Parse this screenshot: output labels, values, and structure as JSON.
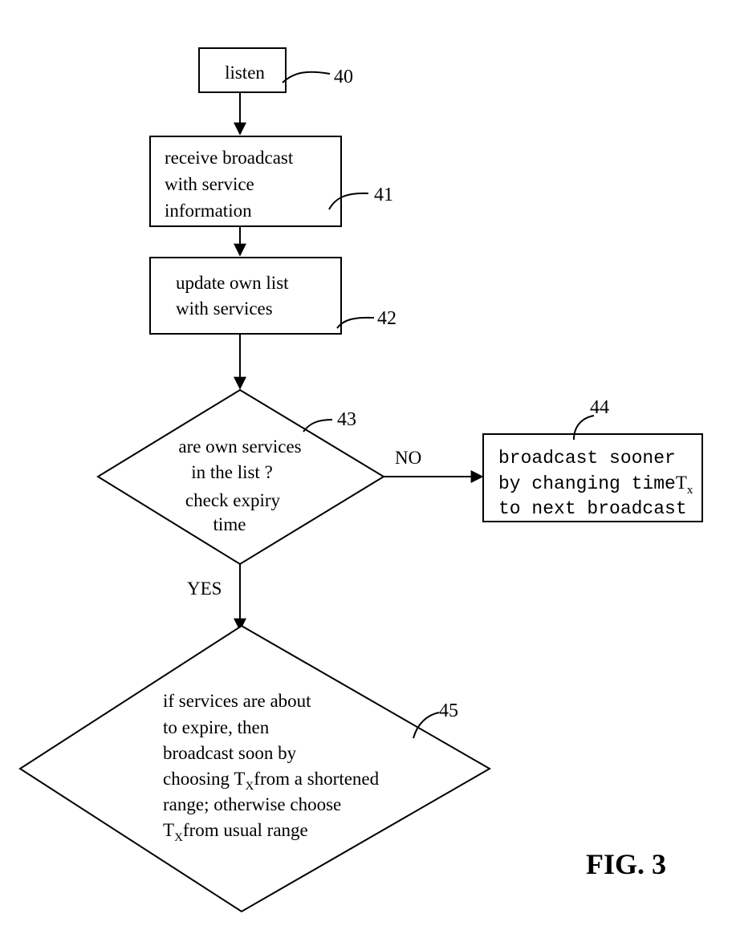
{
  "figure_label": "FIG. 3",
  "nodes": {
    "listen": {
      "ref": "40",
      "lines": [
        "listen"
      ]
    },
    "receive": {
      "ref": "41",
      "lines": [
        "receive broadcast",
        "with service",
        "information"
      ]
    },
    "update": {
      "ref": "42",
      "lines": [
        "update own list",
        "with services"
      ]
    },
    "decision": {
      "ref": "43",
      "lines": [
        "are own services",
        "in the list ?",
        "check expiry",
        "time"
      ]
    },
    "sooner": {
      "ref": "44",
      "line1": "broadcast sooner",
      "line2_a": "by changing time",
      "line2_sym": "T",
      "line2_sub": "x",
      "line3": "to next broadcast"
    },
    "choose": {
      "ref": "45",
      "line1": "if services are about",
      "line2": "to expire, then",
      "line3": "broadcast soon by",
      "line4_a": "choosing ",
      "line4_sym": "T",
      "line4_sub": "X",
      "line4_b": "from a shortened",
      "line5": "range; otherwise choose",
      "line6_sym": "T",
      "line6_sub": "X",
      "line6_b": "from usual range"
    }
  },
  "edges": {
    "no_label": "NO",
    "yes_label": "YES"
  }
}
